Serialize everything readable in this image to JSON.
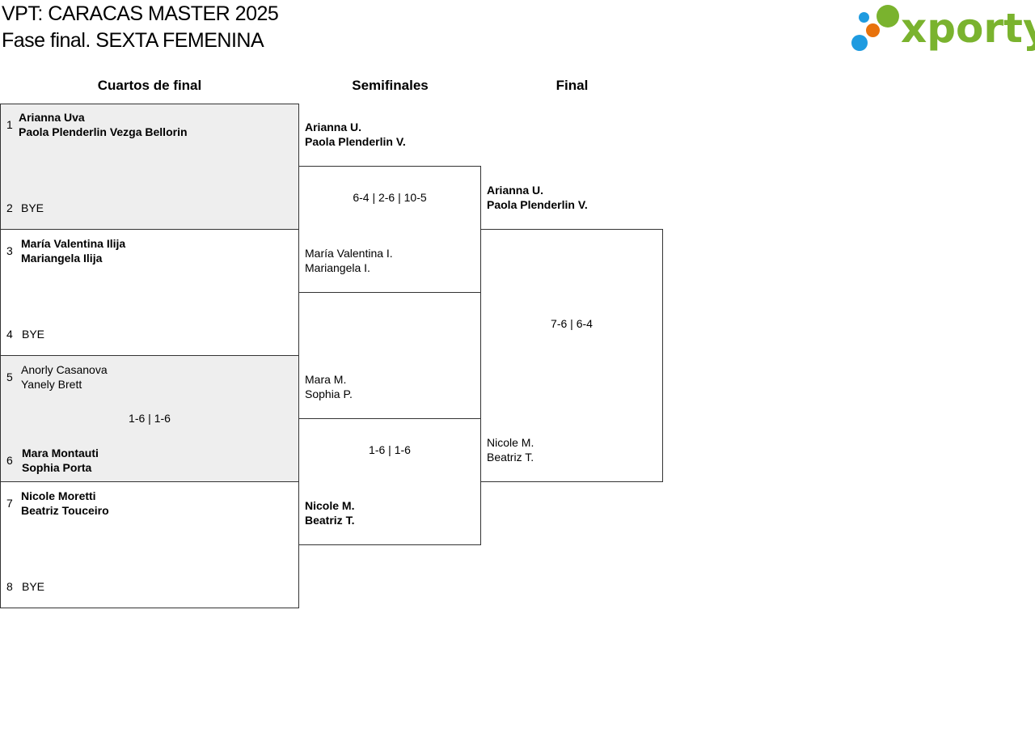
{
  "header": {
    "title_line1": "VPT: CARACAS MASTER 2025",
    "title_line2": "Fase final. SEXTA FEMENINA"
  },
  "logo": {
    "text": "xporty",
    "colors": {
      "green": "#7ab32e",
      "blue": "#1e9be0",
      "orange": "#e8720c"
    }
  },
  "rounds": {
    "quarterfinals": "Cuartos de final",
    "semifinals": "Semifinales",
    "final": "Final"
  },
  "quarterfinals": [
    {
      "seed": "1",
      "line1": "Arianna Uva",
      "line2": "Paola Plenderlin Vezga Bellorin",
      "winner": true
    },
    {
      "seed": "2",
      "line1": "BYE"
    },
    {
      "seed": "3",
      "line1": "María Valentina Ilija",
      "line2": "Mariangela Ilija",
      "winner": true
    },
    {
      "seed": "4",
      "line1": "BYE"
    },
    {
      "seed": "5",
      "line1": "Anorly Casanova",
      "line2": "Yanely Brett"
    },
    {
      "seed": "6",
      "line1": "Mara Montauti",
      "line2": "Sophia Porta",
      "winner": true
    },
    {
      "seed": "7",
      "line1": "Nicole Moretti",
      "line2": "Beatriz Touceiro",
      "winner": true
    },
    {
      "seed": "8",
      "line1": "BYE"
    }
  ],
  "quarterfinal_scores": {
    "match3": "1-6 | 1-6"
  },
  "semifinals": [
    {
      "line1": "Arianna U.",
      "line2": "Paola Plenderlin V.",
      "winner": true
    },
    {
      "line1": "María Valentina I.",
      "line2": "Mariangela I."
    },
    {
      "line1": "Mara M.",
      "line2": "Sophia P."
    },
    {
      "line1": "Nicole M.",
      "line2": "Beatriz T.",
      "winner": true
    }
  ],
  "semifinal_scores": [
    "6-4 | 2-6 | 10-5",
    "1-6 | 1-6"
  ],
  "final": [
    {
      "line1": "Arianna U.",
      "line2": "Paola Plenderlin V.",
      "winner": true
    },
    {
      "line1": "Nicole M.",
      "line2": "Beatriz T."
    }
  ],
  "final_score": "7-6 | 6-4"
}
